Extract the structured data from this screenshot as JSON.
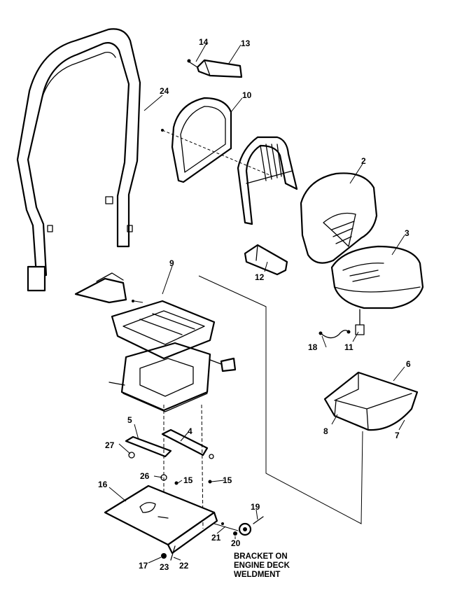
{
  "callouts": {
    "c14": "14",
    "c13": "13",
    "c24": "24",
    "c10": "10",
    "c2": "2",
    "c3": "3",
    "c12": "12",
    "c9": "9",
    "c18": "18",
    "c11": "11",
    "c6": "6",
    "c8": "8",
    "c7": "7",
    "c5": "5",
    "c4": "4",
    "c27": "27",
    "c26": "26",
    "c15a": "15",
    "c15b": "15",
    "c16": "16",
    "c19": "19",
    "c21": "21",
    "c20": "20",
    "c17": "17",
    "c23": "23",
    "c22": "22"
  },
  "note": {
    "line1": "BRACKET ON",
    "line2": "ENGINE DECK",
    "line3": "WELDMENT"
  }
}
